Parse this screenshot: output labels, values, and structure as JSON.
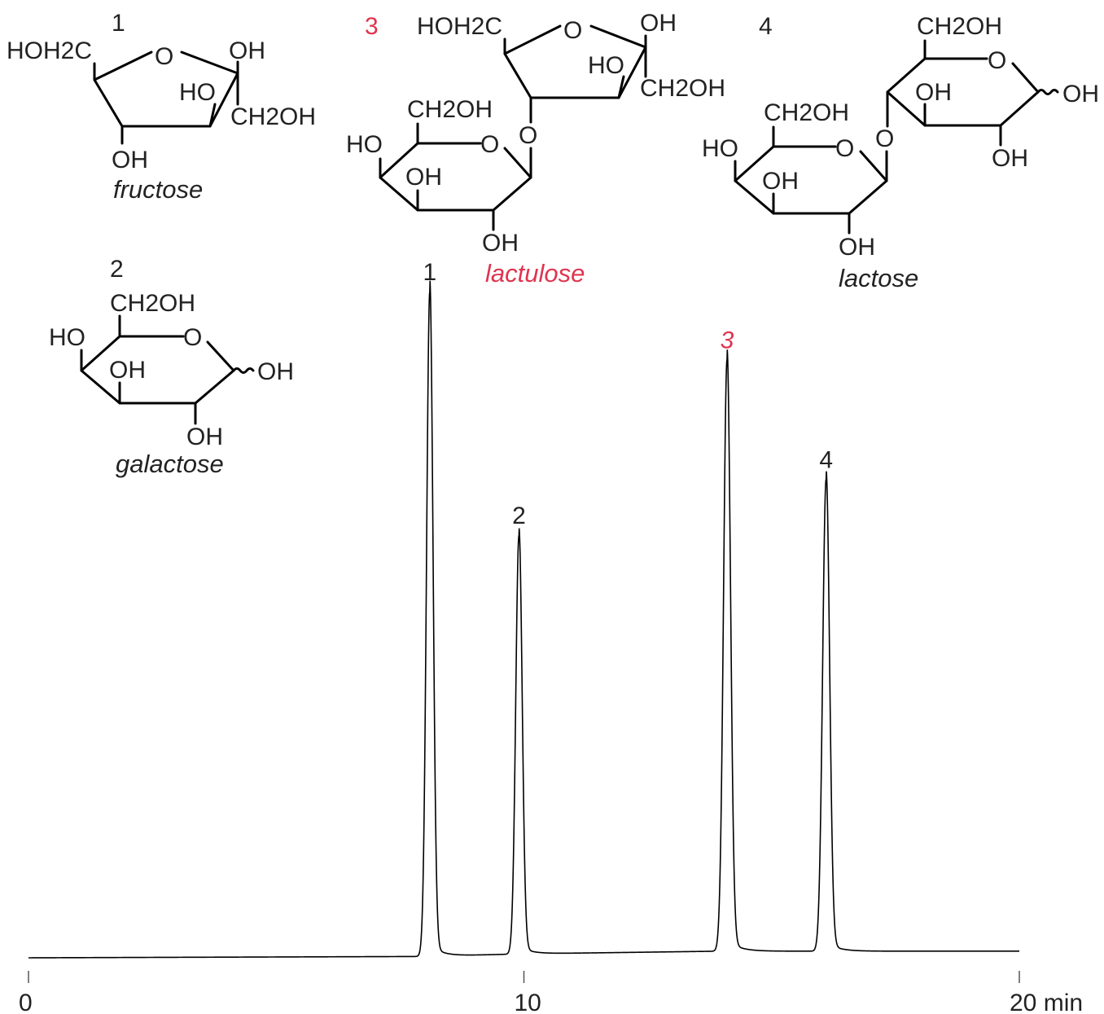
{
  "colors": {
    "trace": "#000000",
    "highlight": "#e0344f",
    "text": "#222222"
  },
  "chart_data": {
    "type": "line",
    "title": "",
    "xlabel": "",
    "ylabel": "",
    "x_unit": "min",
    "xlim": [
      0,
      20
    ],
    "ylim": [
      0,
      1.05
    ],
    "grid": false,
    "x_ticks": [
      {
        "value": 0,
        "label": "0"
      },
      {
        "value": 10,
        "label": "10"
      },
      {
        "value": 20,
        "label": "20 min"
      }
    ],
    "baseline": [
      {
        "x": 0,
        "y": 0.0
      },
      {
        "x": 8,
        "y": 0.002
      },
      {
        "x": 10,
        "y": 0.006
      },
      {
        "x": 14,
        "y": 0.01
      },
      {
        "x": 20,
        "y": 0.01
      }
    ],
    "peaks": [
      {
        "label": "1",
        "compound": "fructose",
        "retention_time": 8.1,
        "height": 1.0,
        "width": 0.065,
        "highlight": false
      },
      {
        "label": "2",
        "compound": "galactose",
        "retention_time": 9.9,
        "height": 0.63,
        "width": 0.065,
        "highlight": false
      },
      {
        "label": "3",
        "compound": "lactulose",
        "retention_time": 14.1,
        "height": 0.89,
        "width": 0.07,
        "highlight": true
      },
      {
        "label": "4",
        "compound": "lactose",
        "retention_time": 16.1,
        "height": 0.71,
        "width": 0.07,
        "highlight": false
      }
    ]
  },
  "structures": {
    "fructose": {
      "number": "1",
      "name": "fructose",
      "labels": {
        "hoh2c": "HOH2C",
        "o": "O",
        "oh_top": "OH",
        "ho": "HO",
        "ch2oh": "CH2OH",
        "oh_bottom": "OH"
      }
    },
    "galactose": {
      "number": "2",
      "name": "galactose",
      "labels": {
        "ch2oh": "CH2OH",
        "ho": "HO",
        "o": "O",
        "oh_inner": "OH",
        "oh_right": "OH",
        "oh_bottom": "OH"
      }
    },
    "lactulose": {
      "number": "3",
      "name": "lactulose",
      "labels": {
        "hoh2c": "HOH2C",
        "o_ring": "O",
        "oh_top": "OH",
        "ho": "HO",
        "ch2oh": "CH2OH",
        "o_link": "O",
        "ch2oh_pyr": "CH2OH",
        "ho_pyr": "HO",
        "o_pyr": "O",
        "oh_inner": "OH",
        "oh_bottom": "OH"
      }
    },
    "lactose": {
      "number": "4",
      "name": "lactose",
      "labels": {
        "ch2oh_top": "CH2OH",
        "o_top": "O",
        "oh_inner_top": "OH",
        "oh_right": "OH",
        "oh_right_bottom": "OH",
        "o_link": "O",
        "ch2oh_left": "CH2OH",
        "ho_left": "HO",
        "o_left": "O",
        "oh_inner_left": "OH",
        "oh_bottom": "OH"
      }
    }
  }
}
